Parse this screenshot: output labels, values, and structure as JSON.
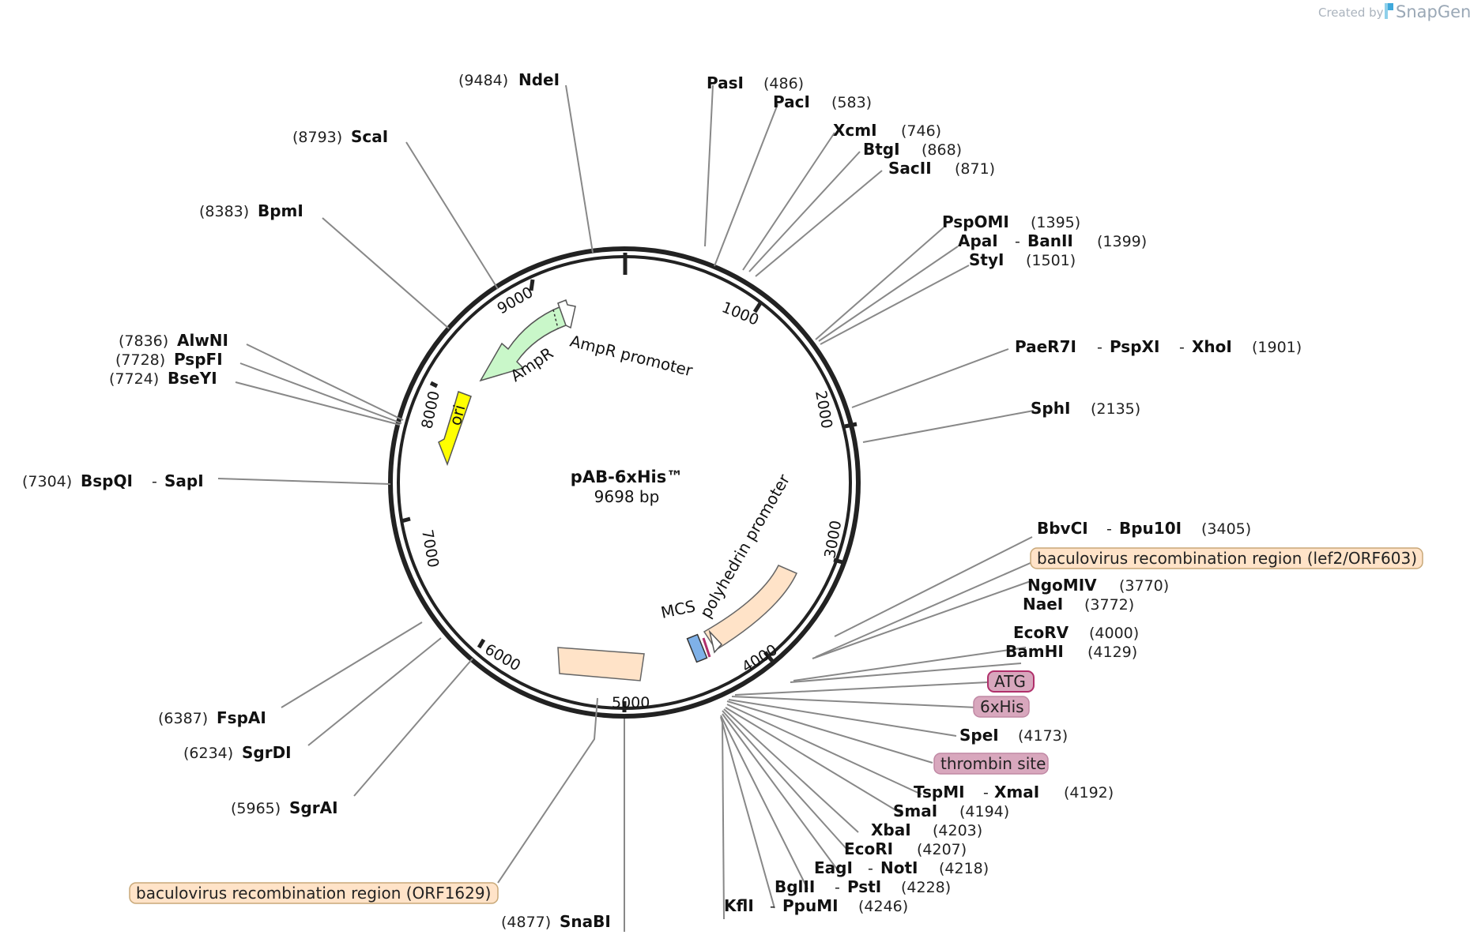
{
  "watermark": {
    "created_by": "Created by",
    "brand": "SnapGene"
  },
  "plasmid": {
    "name": "pAB-6xHis™",
    "size_label": "9698 bp"
  },
  "ring_ticks": [
    "1000",
    "2000",
    "3000",
    "4000",
    "5000",
    "6000",
    "7000",
    "8000",
    "9000"
  ],
  "features": {
    "ampr_promoter": "AmpR promoter",
    "ampr": "AmpR",
    "ori": "ori",
    "polyhedrin_promoter": "polyhedrin promoter",
    "mcs": "MCS"
  },
  "feature_boxes": [
    {
      "text": "baculovirus recombination region (lef2/ORF603)"
    },
    {
      "text": "ATG"
    },
    {
      "text": "6xHis"
    },
    {
      "text": "thrombin site"
    },
    {
      "text": "baculovirus recombination region (ORF1629)"
    }
  ],
  "sites": {
    "ndei": {
      "name": "NdeI",
      "pos": "(9484)"
    },
    "scai": {
      "name": "ScaI",
      "pos": "(8793)"
    },
    "bpmi": {
      "name": "BpmI",
      "pos": "(8383)"
    },
    "alwni": {
      "name": "AlwNI",
      "pos": "(7836)"
    },
    "pspfi": {
      "name": "PspFI",
      "pos": "(7728)"
    },
    "bseyi": {
      "name": "BseYI",
      "pos": "(7724)"
    },
    "bspqi": {
      "name": "BspQI",
      "sep": "-",
      "name2": "SapI",
      "pos": "(7304)"
    },
    "fspai": {
      "name": "FspAI",
      "pos": "(6387)"
    },
    "sgrdi": {
      "name": "SgrDI",
      "pos": "(6234)"
    },
    "sgrai": {
      "name": "SgrAI",
      "pos": "(5965)"
    },
    "snabi": {
      "name": "SnaBI",
      "pos": "(4877)"
    },
    "pasi": {
      "name": "PasI",
      "pos": "(486)"
    },
    "paci": {
      "name": "PacI",
      "pos": "(583)"
    },
    "xcmi": {
      "name": "XcmI",
      "pos": "(746)"
    },
    "btgi": {
      "name": "BtgI",
      "pos": "(868)"
    },
    "sacii": {
      "name": "SacII",
      "pos": "(871)"
    },
    "pspomi": {
      "name": "PspOMI",
      "pos": "(1395)"
    },
    "apai": {
      "name": "ApaI",
      "sep": "-",
      "name2": "BanII",
      "pos": "(1399)"
    },
    "styi": {
      "name": "StyI",
      "pos": "(1501)"
    },
    "paer7i": {
      "name": "PaeR7I",
      "sep": "-",
      "name2": "PspXI",
      "sep2": "-",
      "name3": "XhoI",
      "pos": "(1901)"
    },
    "sphi": {
      "name": "SphI",
      "pos": "(2135)"
    },
    "bbvci": {
      "name": "BbvCI",
      "sep": "-",
      "name2": "Bpu10I",
      "pos": "(3405)"
    },
    "ngomiv": {
      "name": "NgoMIV",
      "pos": "(3770)"
    },
    "naei": {
      "name": "NaeI",
      "pos": "(3772)"
    },
    "ecorv": {
      "name": "EcoRV",
      "pos": "(4000)"
    },
    "bamhi": {
      "name": "BamHI",
      "pos": "(4129)"
    },
    "spei": {
      "name": "SpeI",
      "pos": "(4173)"
    },
    "tspmi": {
      "name": "TspMI",
      "sep": "-",
      "name2": "XmaI",
      "pos": "(4192)"
    },
    "smai": {
      "name": "SmaI",
      "pos": "(4194)"
    },
    "xbai": {
      "name": "XbaI",
      "pos": "(4203)"
    },
    "ecori": {
      "name": "EcoRI",
      "pos": "(4207)"
    },
    "eagi": {
      "name": "EagI",
      "sep": "-",
      "name2": "NotI",
      "pos": "(4218)"
    },
    "bglii": {
      "name": "BglII",
      "sep": "-",
      "name2": "PstI",
      "pos": "(4228)"
    },
    "kfli": {
      "name": "KflI",
      "sep": "-",
      "name2": "PpuMI",
      "pos": "(4246)"
    }
  },
  "colors": {
    "backbone": "#222222",
    "ampr": "#c9f7c9",
    "ori": "#ffff00",
    "recombination_region": "#ffe3c8",
    "his_tag_box": "#d8a7bd",
    "mcs": "#7fb1e8"
  }
}
